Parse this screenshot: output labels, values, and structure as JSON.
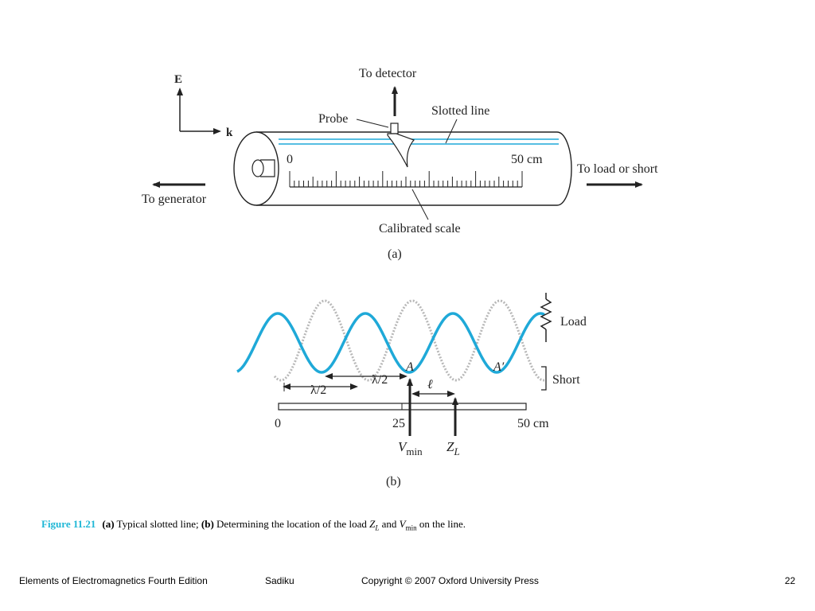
{
  "diagram_a": {
    "axis_e": "E",
    "axis_k": "k",
    "to_detector": "To detector",
    "probe": "Probe",
    "slotted_line": "Slotted line",
    "scale_start": "0",
    "scale_end": "50 cm",
    "to_load": "To load or short",
    "to_generator": "To generator",
    "calibrated_scale": "Calibrated scale",
    "panel_label": "(a)"
  },
  "diagram_b": {
    "load": "Load",
    "short": "Short",
    "point_a": "A",
    "point_a_prime": "A′",
    "half_wave_1": "λ/2",
    "half_wave_2": "λ/2",
    "ell": "ℓ",
    "scale_0": "0",
    "scale_25": "25",
    "scale_50": "50 cm",
    "vmin_v": "V",
    "vmin_sub": "min",
    "zl_z": "Z",
    "zl_sub": "L",
    "panel_label": "(b)"
  },
  "caption": {
    "figure": "Figure 11.21",
    "a": "(a)",
    "a_text": " Typical slotted line; ",
    "b": "(b)",
    "b_text": " Determining the location of the load ",
    "zl_z": "Z",
    "zl_sub": "L",
    "and": " and ",
    "vmin_v": "V",
    "vmin_sub": "min",
    "tail": " on the line."
  },
  "footer": {
    "book": "Elements of Electromagnetics Fourth Edition",
    "author": "Sadiku",
    "copyright": "Copyright © 2007 Oxford University Press",
    "page": "22"
  },
  "colors": {
    "wave": "#1fa9d8",
    "dashed_wave": "#b8b8b8",
    "caption_accent": "#1fb7d6"
  }
}
